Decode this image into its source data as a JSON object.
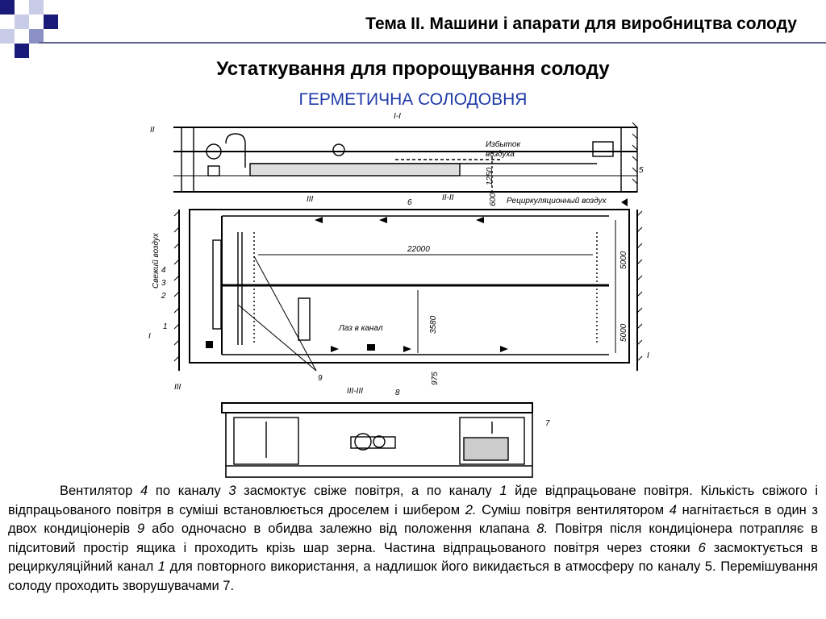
{
  "header": {
    "topic": "Тема ІІ. Машини і апарати для виробництва солоду"
  },
  "slide": {
    "title": "Устаткування для пророщування солоду",
    "subtitle": "ГЕРМЕТИЧНА СОЛОДОВНЯ"
  },
  "drawing": {
    "section_labels": {
      "I_I": "I-I",
      "II_II": "II-II",
      "III_III": "III-III",
      "II": "II",
      "III_left": "III",
      "III_top": "III",
      "I_left": "I",
      "I_right": "I"
    },
    "annotations": {
      "excess_air_1": "Избыток",
      "excess_air_2": "воздуха",
      "recirc_air": "Рециркуляционный воздух",
      "fresh_air": "Свежий воздух",
      "manhole": "Лаз в канал"
    },
    "dimensions": {
      "length": "22000",
      "width_top": "5000",
      "width_bottom": "5000",
      "inner": "3580",
      "offset": "975",
      "height1": "1250",
      "height2": "600"
    },
    "numbers": {
      "n1": "1",
      "n2": "2",
      "n3": "3",
      "n4": "4",
      "n5": "5",
      "n6": "6",
      "n7": "7",
      "n8": "8",
      "n9": "9"
    }
  },
  "body": {
    "s1a": "Вентилятор ",
    "s1n1": "4",
    "s1b": " по каналу ",
    "s1n2": "3",
    "s1c": " засмоктує свіже повітря, а по каналу ",
    "s1n3": "1",
    "s1d": " йде відпрацьоване повітря. Кількість свіжого і відпрацьованого повітря в суміші встановлюється дроселем і шибером ",
    "s1n4": "2.",
    "s1e": " Суміш повітря вентилятором ",
    "s1n5": "4",
    "s1f": " нагнітається в один з двох кондиціонерів ",
    "s1n6": "9",
    "s1g": " або одночасно в обидва залежно від положення клапана ",
    "s1n7": "8.",
    "s1h": " Повітря після кондиціонера потрапляє в підситовий простір ящика і проходить крізь шар зерна. Частина відпрацьованого повітря через стояки ",
    "s1n8": "6",
    "s1i": " засмоктується в рециркуляційний канал ",
    "s1n9": "1",
    "s1j": " для повторного використання, а надлишок його викидається в атмосферу по каналу 5. Перемішування солоду проходить зворушувачами 7."
  }
}
